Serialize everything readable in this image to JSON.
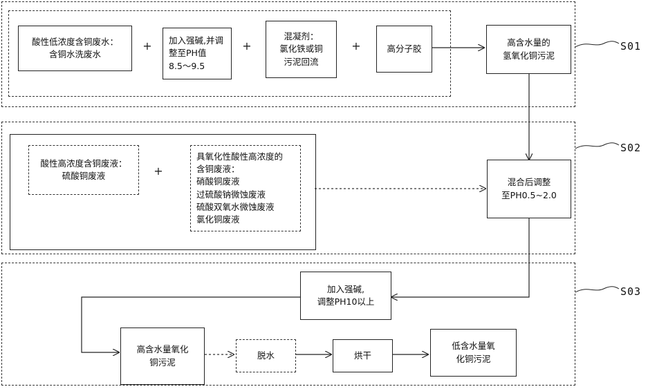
{
  "steps": {
    "s01": "S01",
    "s02": "S02",
    "s03": "S03"
  },
  "s01": {
    "source": [
      "酸性低浓度含铜废水：",
      "含铜水洗废水"
    ],
    "alkali": [
      "加入强碱,并调",
      "整至PH值",
      "8.5～9.5"
    ],
    "coagulant": [
      "混凝剂：",
      "氯化铁或铜",
      "污泥回流"
    ],
    "polymer": "高分子胶",
    "product": [
      "高含水量的",
      "氢氧化铜污泥"
    ]
  },
  "s02": {
    "source": [
      "酸性高浓度含铜废液：",
      "硫酸铜废液"
    ],
    "oxidizing": [
      "具氧化性酸性高浓度的",
      "含铜废液：",
      "硝酸铜废液",
      "过硫酸钠微蚀废液",
      "硫酸双氧水微蚀废液",
      "氯化铜废液"
    ],
    "mix": [
      "混合后调整",
      "至PH0.5~2.0"
    ]
  },
  "s03": {
    "alkali": [
      "加入强碱,",
      "调整PH10以上"
    ],
    "sludge": [
      "高含水量氧化",
      "铜污泥"
    ],
    "dewater": "脱水",
    "dry": "烘干",
    "product": [
      "低含水量氧",
      "化铜污泥"
    ]
  },
  "plus_sign": "+"
}
